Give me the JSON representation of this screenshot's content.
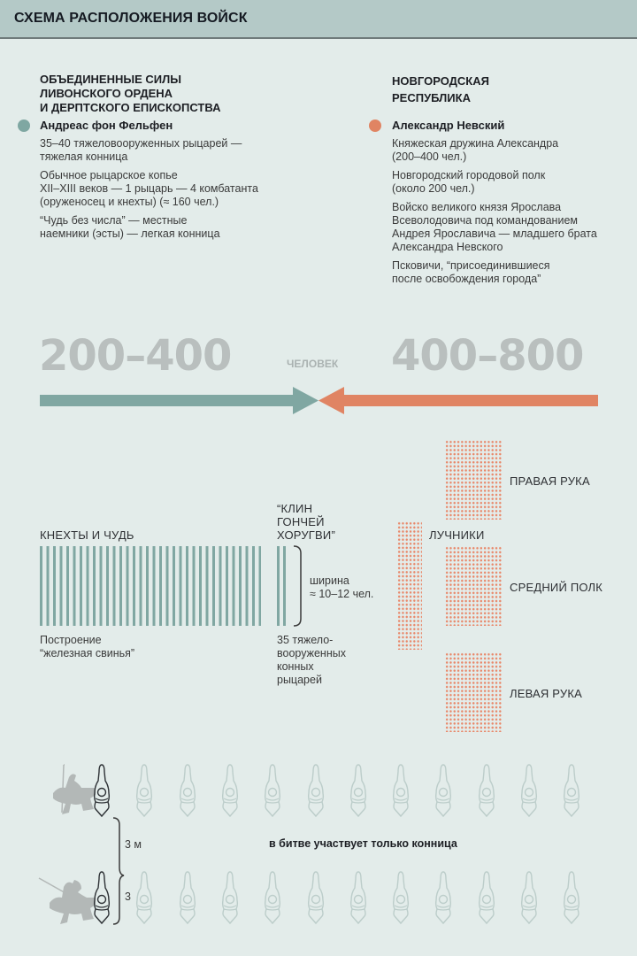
{
  "header": {
    "title": "СХЕМА РАСПОЛОЖЕНИЯ ВОЙСК"
  },
  "left_side": {
    "title_lines": [
      "ОБЪЕДИНЕННЫЕ СИЛЫ",
      "ЛИВОНСКОГО ОРДЕНА",
      "И ДЕРПТСКОГО ЕПИСКОПСТВА"
    ],
    "commander": "Андреас фон Фельфен",
    "color": "#7fa7a2",
    "items": [
      [
        "35–40 тяжеловооруженных рыцарей —",
        "тяжелая конница"
      ],
      [
        "Обычное рыцарское копье",
        "XII–XIII веков — 1 рыцарь — 4 комбатанта",
        "(оруженосец и кнехты) (≈ 160 чел.)"
      ],
      [
        "“Чудь без числа” — местные",
        "наемники (эсты) — легкая конница"
      ]
    ]
  },
  "right_side": {
    "title_lines": [
      "НОВГОРОДСКАЯ",
      "РЕСПУБЛИКА"
    ],
    "commander": "Александр Невский",
    "color": "#e08463",
    "items": [
      [
        "Княжеская дружина Александра",
        "(200–400 чел.)"
      ],
      [
        "Новгородский городовой полк",
        "(около 200 чел.)"
      ],
      [
        "Войско великого князя Ярослава",
        "Всеволодовича под командованием",
        "Андрея Ярославича — младшего брата",
        "Александра Невского"
      ],
      [
        "Псковичи, “присоединившиеся",
        "после освобождения города”"
      ]
    ]
  },
  "comparison": {
    "left_value": "200–400",
    "right_value": "400–800",
    "unit": "ЧЕЛОВЕК"
  },
  "formation": {
    "knechts_label": "КНЕХТЫ И ЧУДЬ",
    "knechts_caption": [
      "Построение",
      "“железная свинья”"
    ],
    "wedge_label": [
      "“КЛИН",
      "ГОНЧЕЙ",
      "ХОРУГВИ”"
    ],
    "wedge_width": [
      "ширина",
      "≈ 10–12 чел."
    ],
    "wedge_caption": [
      "35 тяжело-",
      "вооруженных",
      "конных",
      "рыцарей"
    ],
    "right_hand": "ПРАВАЯ РУКА",
    "archers": "ЛУЧНИКИ",
    "middle": "СРЕДНИЙ ПОЛК",
    "left_hand": "ЛЕВАЯ РУКА"
  },
  "cavalry": {
    "gap_label": "3 м",
    "row_label": "3",
    "note": "в битве участвует только конница",
    "icons_per_row": 12
  }
}
